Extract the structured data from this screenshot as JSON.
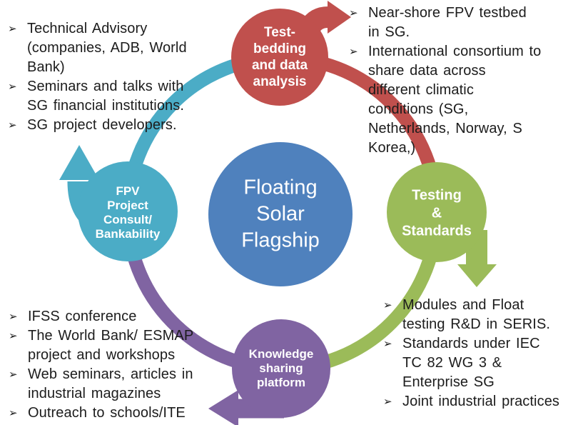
{
  "colors": {
    "center": "#4f81bd",
    "testbedding": "#c0504d",
    "testing": "#9bbb59",
    "knowledge": "#8064a2",
    "fpv": "#4bacc6",
    "text": "#1c1c1c"
  },
  "bullet_char": "➢",
  "center_circle": {
    "label": "Floating\nSolar\nFlagship"
  },
  "nodes": {
    "testbedding": {
      "label": "Test-\nbedding\nand data\nanalysis"
    },
    "testing": {
      "label": "Testing\n&\nStandards"
    },
    "knowledge": {
      "label": "Knowledge\nsharing\nplatform"
    },
    "fpv": {
      "label": "FPV\nProject\nConsult/\nBankability"
    }
  },
  "lists": {
    "top_left": {
      "items": [
        "Technical Advisory\n(companies, ADB, World\nBank)",
        "Seminars and talks with\nSG financial institutions.",
        "SG project developers."
      ]
    },
    "top_right": {
      "items": [
        "Near-shore FPV testbed\nin SG.",
        "International consortium to\nshare data across\ndifferent climatic\nconditions (SG,\nNetherlands, Norway, S\nKorea,)"
      ]
    },
    "bottom_left": {
      "items": [
        "IFSS conference",
        "The World Bank/ ESMAP\nproject and workshops",
        "Web seminars, articles in\nindustrial magazines",
        "Outreach to schools/ITE"
      ]
    },
    "bottom_right": {
      "items": [
        "Modules and Float\ntesting R&D in SERIS.",
        "Standards under IEC\nTC 82 WG 3 &\nEnterprise SG",
        "Joint industrial practices"
      ]
    }
  }
}
